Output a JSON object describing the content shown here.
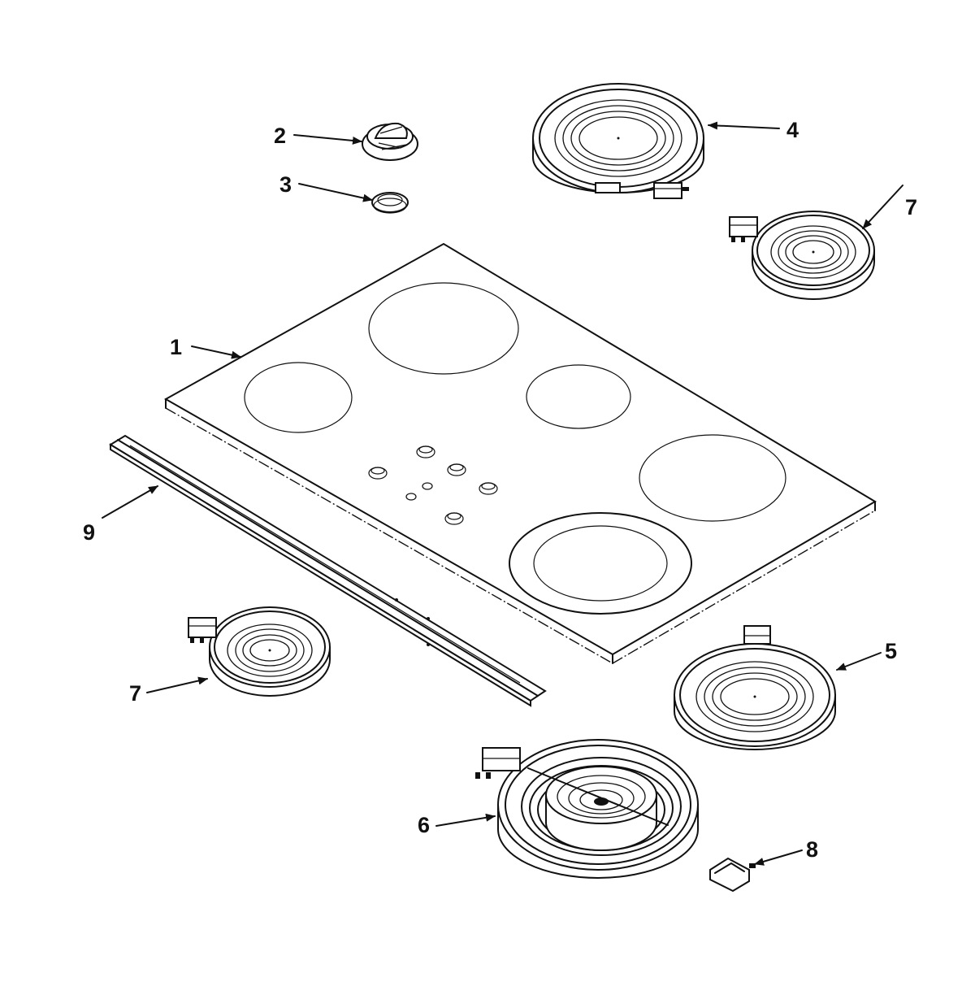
{
  "diagram": {
    "callouts": {
      "p1": "1",
      "p2": "2",
      "p3": "3",
      "p4": "4",
      "p5": "5",
      "p6": "6",
      "p7_top": "7",
      "p7_left": "7",
      "p8": "8",
      "p9": "9"
    }
  }
}
